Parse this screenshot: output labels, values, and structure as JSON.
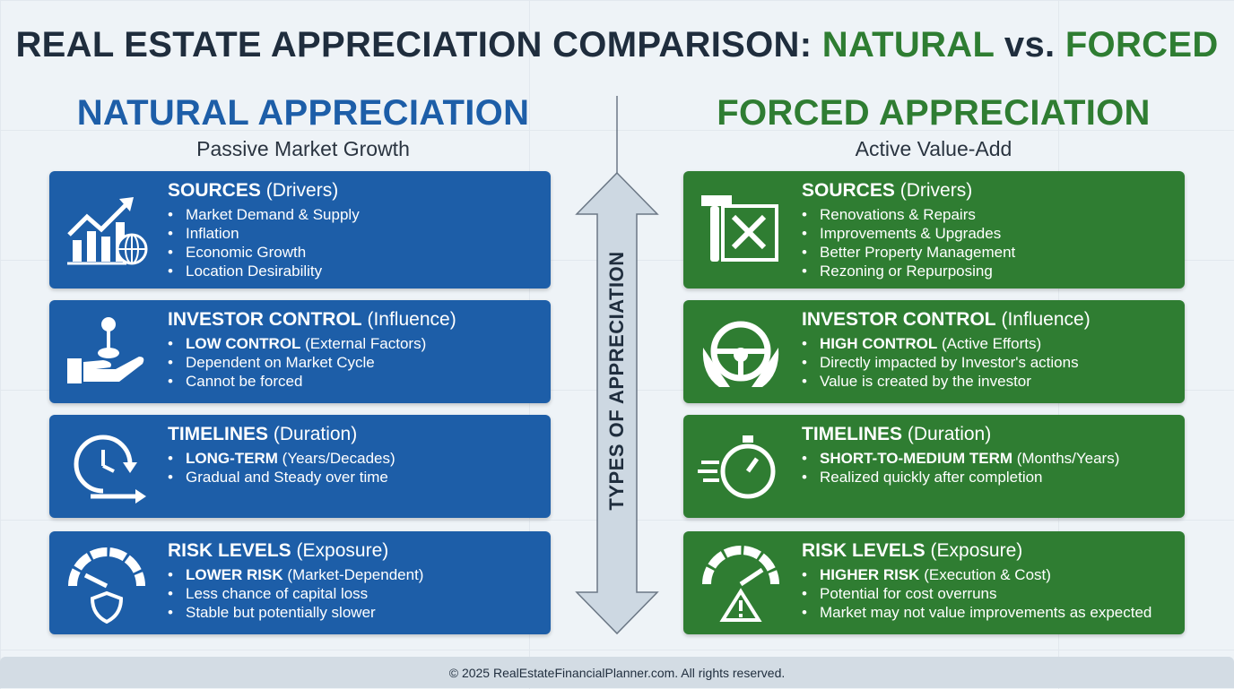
{
  "title": {
    "part1": "REAL ESTATE APPRECIATION COMPARISON: ",
    "natural": "NATURAL",
    "vs": " vs. ",
    "forced": "FORCED"
  },
  "colors": {
    "blue": "#1d5ea8",
    "green": "#2f7d32",
    "dark": "#1f2d3d"
  },
  "center_label": "TYPES OF APPRECIATION",
  "natural": {
    "heading": "NATURAL APPRECIATION",
    "subheading": "Passive Market Growth",
    "cards": [
      {
        "icon": "chart-globe-icon",
        "title": "SOURCES",
        "qualifier": "(Drivers)",
        "items": [
          {
            "text": "Market Demand & Supply"
          },
          {
            "text": "Inflation"
          },
          {
            "text": "Economic Growth"
          },
          {
            "text": "Location Desirability"
          }
        ]
      },
      {
        "icon": "hand-joystick-icon",
        "title": "INVESTOR CONTROL",
        "qualifier": "(Influence)",
        "items": [
          {
            "bold": "LOW CONTROL",
            "text": " (External Factors)"
          },
          {
            "text": "Dependent on Market Cycle"
          },
          {
            "text": "Cannot be forced"
          }
        ]
      },
      {
        "icon": "clock-arrow-icon",
        "title": "TIMELINES",
        "qualifier": "(Duration)",
        "items": [
          {
            "bold": "LONG-TERM",
            "text": " (Years/Decades)"
          },
          {
            "text": "Gradual and Steady over time"
          }
        ]
      },
      {
        "icon": "gauge-shield-icon",
        "title": "RISK LEVELS",
        "qualifier": "(Exposure)",
        "items": [
          {
            "bold": "LOWER RISK",
            "text": " (Market-Dependent)"
          },
          {
            "text": "Less chance of capital loss"
          },
          {
            "text": "Stable but potentially slower"
          }
        ]
      }
    ]
  },
  "forced": {
    "heading": "FORCED APPRECIATION",
    "subheading": "Active Value-Add",
    "cards": [
      {
        "icon": "tools-blueprint-icon",
        "title": "SOURCES",
        "qualifier": "(Drivers)",
        "items": [
          {
            "text": "Renovations & Repairs"
          },
          {
            "text": "Improvements & Upgrades"
          },
          {
            "text": "Better Property Management"
          },
          {
            "text": "Rezoning or Repurposing"
          }
        ]
      },
      {
        "icon": "hands-steering-wheel-icon",
        "title": "INVESTOR CONTROL",
        "qualifier": "(Influence)",
        "items": [
          {
            "bold": "HIGH CONTROL",
            "text": " (Active Efforts)"
          },
          {
            "text": "Directly impacted by Investor's actions"
          },
          {
            "text": "Value is created by the investor"
          }
        ]
      },
      {
        "icon": "stopwatch-fast-icon",
        "title": "TIMELINES",
        "qualifier": "(Duration)",
        "items": [
          {
            "bold": "SHORT-TO-MEDIUM TERM",
            "text": " (Months/Years)"
          },
          {
            "text": "Realized quickly after completion"
          }
        ]
      },
      {
        "icon": "gauge-warning-icon",
        "title": "RISK LEVELS",
        "qualifier": "(Exposure)",
        "items": [
          {
            "bold": "HIGHER RISK",
            "text": " (Execution & Cost)"
          },
          {
            "text": "Potential for cost overruns"
          },
          {
            "text": "Market may not value improvements as expected"
          }
        ]
      }
    ]
  },
  "footer": "© 2025 RealEstateFinancialPlanner.com. All rights reserved."
}
